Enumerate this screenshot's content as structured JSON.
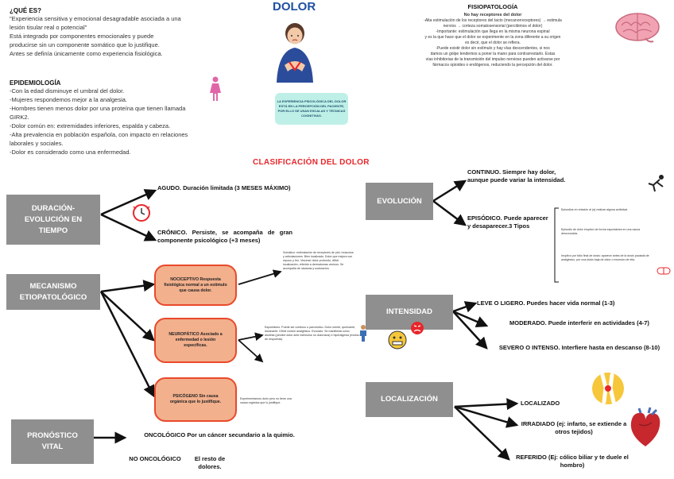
{
  "title": "DOLOR",
  "definition": {
    "heading": "¿QUÉ ES?",
    "lines": [
      "\"Experiencia sensitiva y emocional desagradable asociada a una",
      "lesión tisular real o potencial\"",
      "Está  integrado  por  componentes  emocionales  y  puede",
      "producirse sin un componente somático que lo justifique.",
      "Antes se definía únicamente como experiencia fisiológica."
    ]
  },
  "epidemiology": {
    "heading": "EPIDEMIOLOGÍA",
    "lines": [
      "-Con la edad disminuye el umbral del dolor.",
      "-Mujeres respondemos mejor a la analgesia.",
      "-Hombres tienen menos dolor por una proteína que tienen llamada",
      "GIRK2.",
      "-Dolor común en: extremidades inferiores, espalda y cabeza.",
      "-Alta prevalencia en población española, con impacto en relaciones",
      "laborales y sociales.",
      "-Dolor es considerado como una enfermedad."
    ]
  },
  "mint_note": "LA EXPERIENCIA PSICOLÓGICA DEL DOLOR ESTÁ EN LA PERCEPCIÓN DEL PACIENTE, POR ELLO SE USAN ESCALAS Y TÉCNICAS COGNITIVAS.",
  "physiopathology": {
    "heading": "FISIOPATOLOGÍA",
    "subheading": "No hay receptores del dolor",
    "lines": [
      "-Alta estimulación de los receptores del tacto (mecanorreceptores) → estimula",
      "nervios → corteza somatosensorial (percibimos el dolor)",
      "-Importante: estimulación que llega en la misma neurona espinal",
      "y es la que hace que el dolor se experimente en la zona diferente a su origen",
      "es decir, que el dolor se refiera.",
      "-Puede existir dolor sin estímulo y hay vías descendentes, si nos",
      "damos un golpe tendemos a poner la mano para contrarrestarlo. Estas",
      "vías inhibitorias de la transmisión del impulso nervioso pueden activarse por",
      "fármacos opioides o endógenos, reduciendo la percepción del dolor."
    ]
  },
  "classification_title": "CLASIFICACIÓN DEL DOLOR",
  "categories": {
    "duration": "DURACIÓN-EVOLUCIÓN EN TIEMPO",
    "mechanism": "MECANISMO ETIOPATOLÓGICO",
    "prognosis": "PRONÓSTICO VITAL",
    "evolution": "EVOLUCIÓN",
    "intensity": "INTENSIDAD",
    "location": "LOCALIZACIÓN"
  },
  "duration_items": {
    "acute": "AGUDO.  Duración  limitada  (3 MESES MÁXIMO)",
    "chronic": "CRÓNICO.  Persiste,  se acompaña de gran componente psicológico (+3 meses)"
  },
  "mechanism_items": {
    "nociceptive": "NOCICEPTIVO Respuesta fisiológica normal a un estímulo que causa dolor.",
    "neuropathic": "NEUROPÁTICO Asociado a enfermedad o lesión específicas.",
    "psychogenic": "PSICÓGENO Sin causa orgánica que lo justifique."
  },
  "mechanism_notes": {
    "nociceptive": "Somático: estimulación de receptores de piel, músculos y articulaciones. Bien localizado. Dolor que mejora con reposo y frío. Visceral: dolor profundo, difícil localización, referido a dermatomas vecinos. Se acompaña de náuseas y sudoración.",
    "neuropathic": "Espontáneo. Puede ser continuo o paroxístico. Dolor urente, quemante, lancinante. Difícil control analgésico. Evocado. Se manifiesta como alodinia (percibe dolor ante estímulos no dolorosos) e hiperalgesia (exceso de respuesta).",
    "psychogenic": "Experimentamos dolor pero no tiene una causa orgánica que lo justifique."
  },
  "prognosis_items": {
    "oncologic": "ONCOLÓGICO Por un cáncer secundario a la quimio.",
    "non_oncologic_label": "NO ONCOLÓGICO",
    "non_oncologic_text": "El resto de dolores."
  },
  "evolution_items": {
    "continuous": "CONTINUO. Siempre hay dolor, aunque puede variar la intensidad.",
    "episodic": "EPISÓDICO. Puede aparecer y desaparecer.3 Tipos"
  },
  "evolution_notes": [
    "Episodios en relación al (a) realizar alguna actividad.",
    "Episodio de dolor irruptivo de forma espontánea en una causa desconocida.",
    "Irruptivo por fallo final de dosis: aparece antes de la dosis pautada de analgésico, por una dosis baja de dolor o excesivo de ella."
  ],
  "intensity_items": [
    "LEVE O LIGERO. Puedes hacer vida normal (1-3)",
    "MODERADO. Puede interferir en actividades (4-7)",
    "SEVERO O INTENSO. Interfiere hasta en descanso (8-10)"
  ],
  "location_items": [
    "LOCALIZADO",
    "IRRADIADO (ej: infarto, se extiende a otros tejidos)",
    "REFERIDO (Ej: cólico biliar y te duele el hombro)"
  ],
  "colors": {
    "title_blue": "#1f4fa3",
    "red": "#e8262a",
    "gray_box": "#8f8f8f",
    "salmon": "#f2b08d",
    "mint": "#bff0e8"
  }
}
